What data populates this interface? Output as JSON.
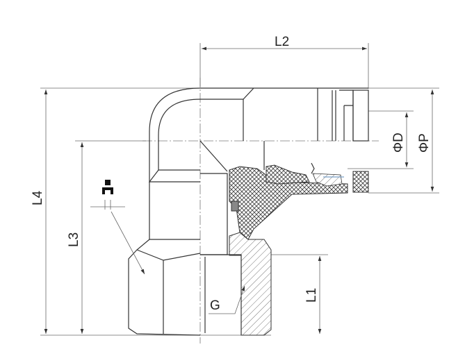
{
  "drawing": {
    "labels": {
      "L1": "L1",
      "L2": "L2",
      "L3": "L3",
      "L4": "L4",
      "phiD": "ΦD",
      "phiP": "ΦP",
      "G": "G"
    },
    "icons": [
      "wrench-icon"
    ],
    "colors": {
      "line": "#333333",
      "accent": "#7aa0c8"
    }
  }
}
